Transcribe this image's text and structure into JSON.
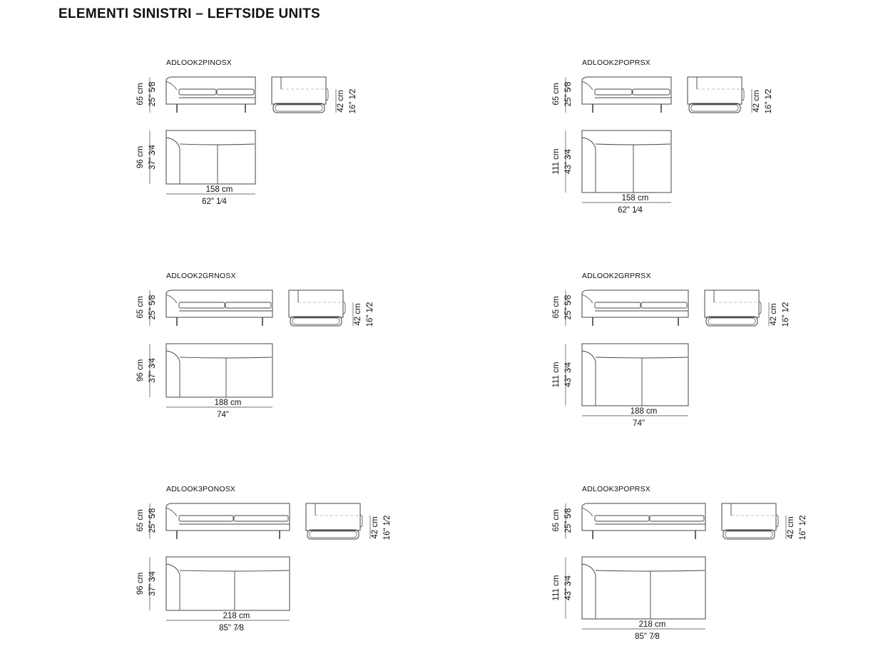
{
  "page_title": "ELEMENTI SINISTRI – LEFTSIDE UNITS",
  "units": [
    {
      "code": "ADLOOK2PINOSX",
      "cushions": 2,
      "height": {
        "cm": "65 cm",
        "in": "25\" 5⁄8"
      },
      "depth": {
        "cm": "96 cm",
        "in": "37\" 3⁄4"
      },
      "seat_height": {
        "cm": "42 cm",
        "in": "16\" 1⁄2"
      },
      "width": {
        "cm": "158 cm",
        "in": "62\" 1⁄4"
      }
    },
    {
      "code": "ADLOOK2POPRSX",
      "cushions": 2,
      "height": {
        "cm": "65 cm",
        "in": "25\" 5⁄8"
      },
      "depth": {
        "cm": "111 cm",
        "in": "43\" 3⁄4"
      },
      "seat_height": {
        "cm": "42 cm",
        "in": "16\" 1⁄2"
      },
      "width": {
        "cm": "158 cm",
        "in": "62\" 1⁄4"
      }
    },
    {
      "code": "ADLOOK2GRNOSX",
      "cushions": 2,
      "height": {
        "cm": "65 cm",
        "in": "25\" 5⁄8"
      },
      "depth": {
        "cm": "96 cm",
        "in": "37\" 3⁄4"
      },
      "seat_height": {
        "cm": "42 cm",
        "in": "16\" 1⁄2"
      },
      "width": {
        "cm": "188 cm",
        "in": "74\""
      }
    },
    {
      "code": "ADLOOK2GRPRSX",
      "cushions": 2,
      "height": {
        "cm": "65 cm",
        "in": "25\" 5⁄8"
      },
      "depth": {
        "cm": "111 cm",
        "in": "43\" 3⁄4"
      },
      "seat_height": {
        "cm": "42 cm",
        "in": "16\" 1⁄2"
      },
      "width": {
        "cm": "188 cm",
        "in": "74\""
      }
    },
    {
      "code": "ADLOOK3PONOSX",
      "cushions": 2,
      "height": {
        "cm": "65 cm",
        "in": "25\" 5⁄8"
      },
      "depth": {
        "cm": "96 cm",
        "in": "37\" 3⁄4"
      },
      "seat_height": {
        "cm": "42 cm",
        "in": "16\" 1⁄2"
      },
      "width": {
        "cm": "218 cm",
        "in": "85\" 7⁄8"
      }
    },
    {
      "code": "ADLOOK3POPRSX",
      "cushions": 2,
      "height": {
        "cm": "65 cm",
        "in": "25\" 5⁄8"
      },
      "depth": {
        "cm": "111 cm",
        "in": "43\" 3⁄4"
      },
      "seat_height": {
        "cm": "42 cm",
        "in": "16\" 1⁄2"
      },
      "width": {
        "cm": "218 cm",
        "in": "85\" 7⁄8"
      }
    }
  ],
  "colors": {
    "line": "#444444",
    "dash": "#aaaaaa",
    "text": "#111111"
  }
}
